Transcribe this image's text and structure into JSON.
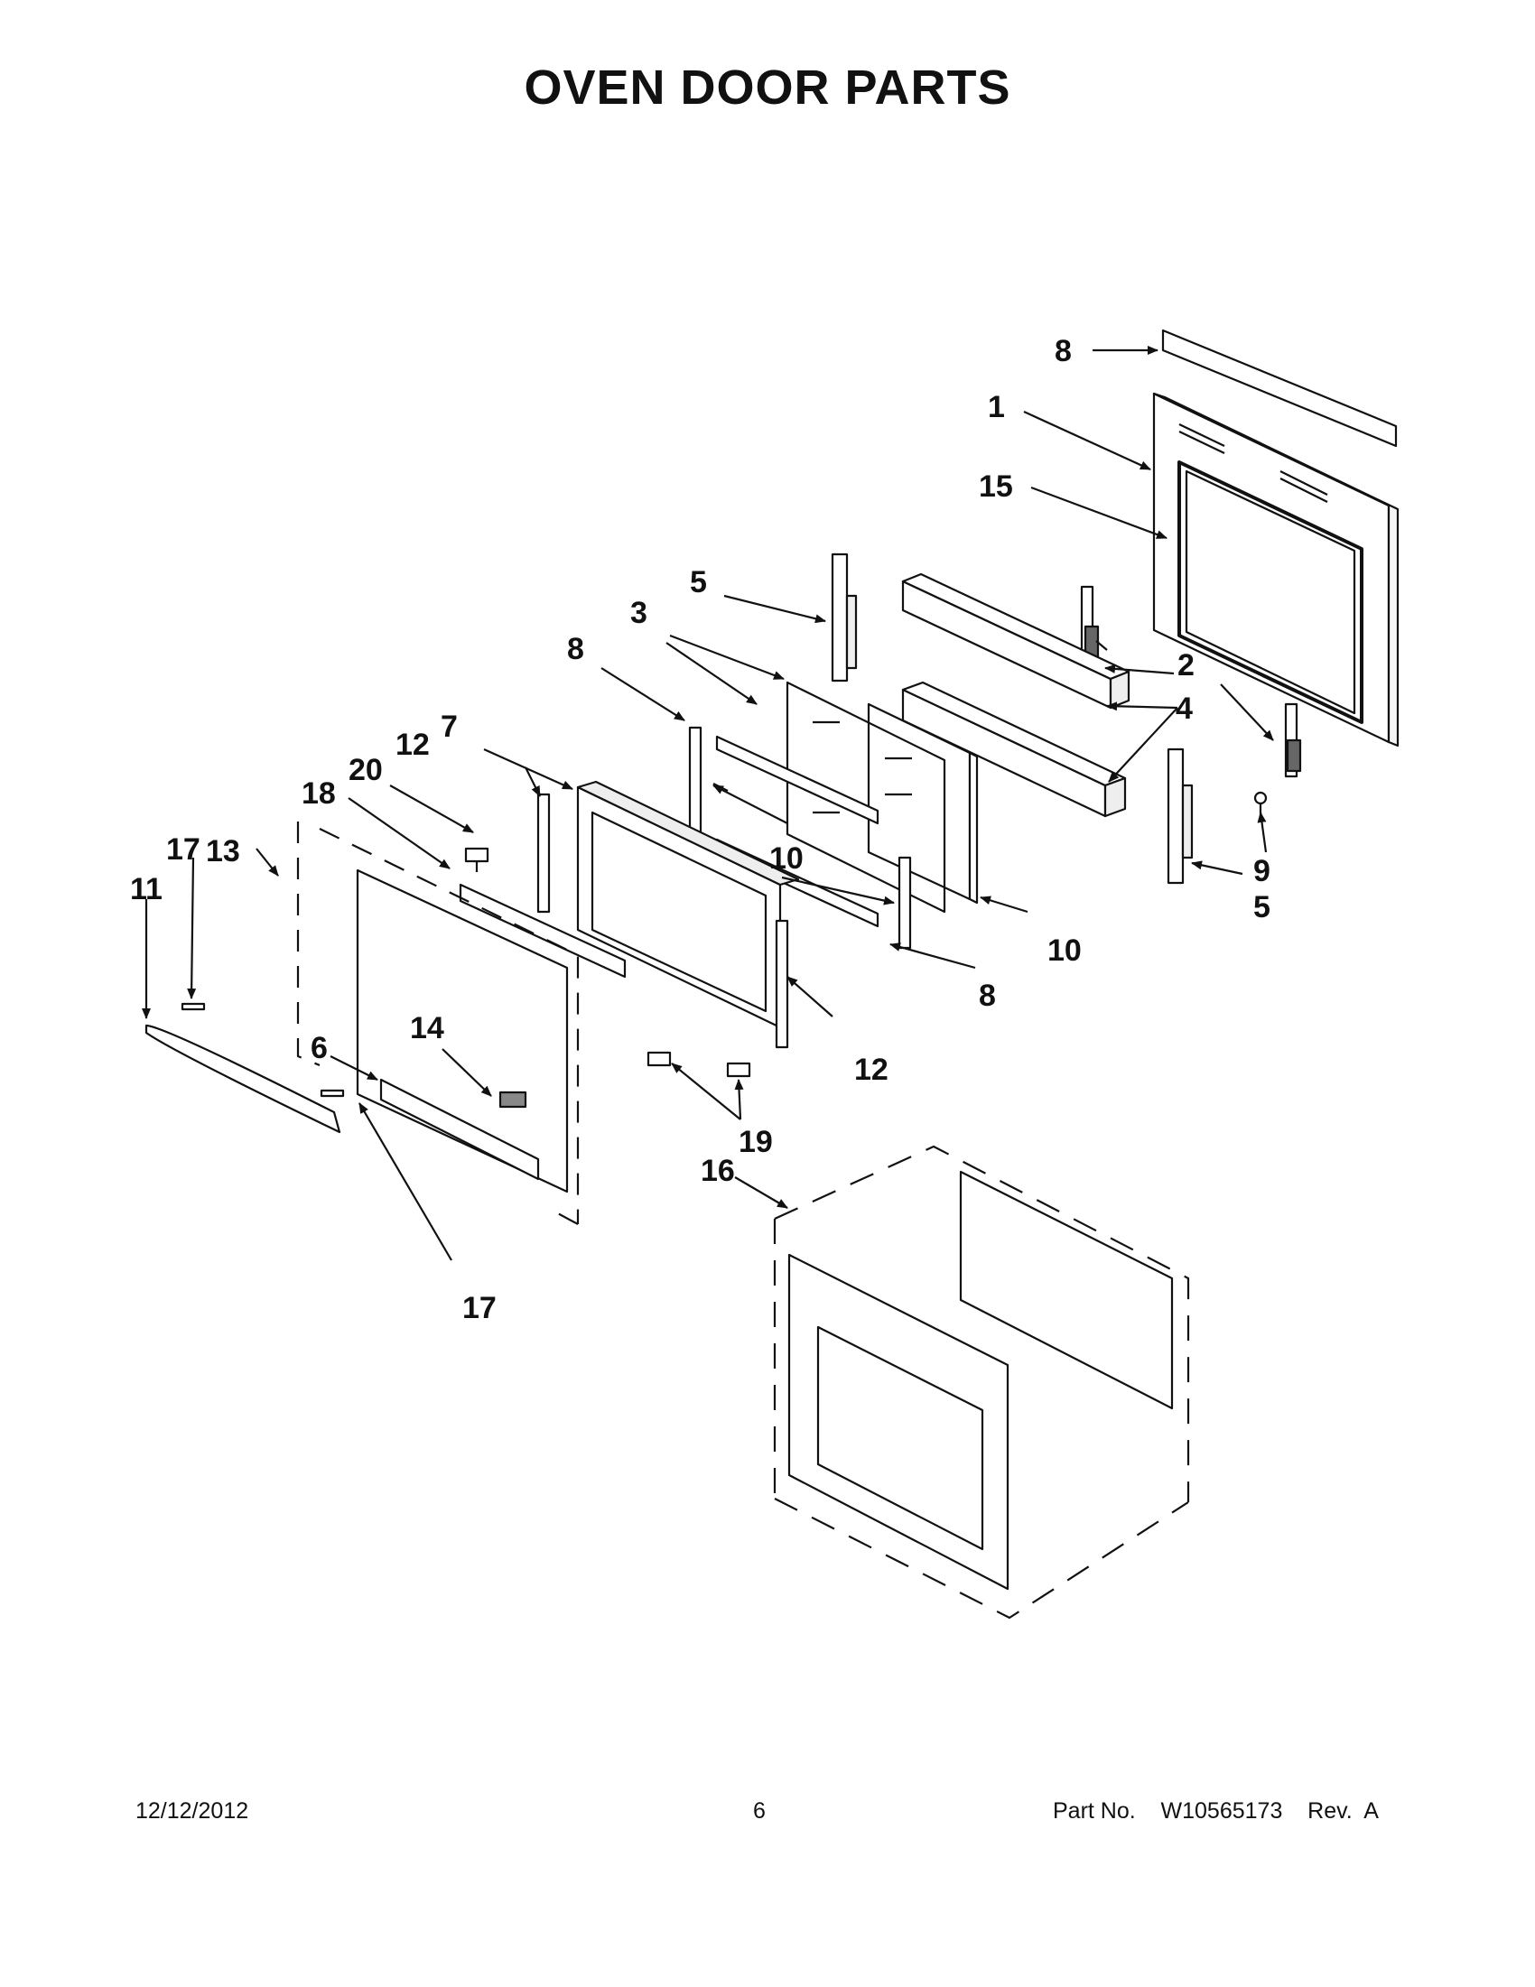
{
  "page": {
    "title": "OVEN DOOR PARTS",
    "footer": {
      "date": "12/12/2012",
      "page_number": "6",
      "part_label": "Part No.",
      "part_number": "W10565173",
      "revision": "Rev.  A"
    }
  },
  "callouts": [
    "8",
    "1",
    "15",
    "5",
    "3",
    "8",
    "2",
    "4",
    "12",
    "7",
    "20",
    "18",
    "13",
    "17",
    "11",
    "10",
    "9",
    "5",
    "10",
    "8",
    "12",
    "14",
    "6",
    "19",
    "16",
    "17"
  ]
}
